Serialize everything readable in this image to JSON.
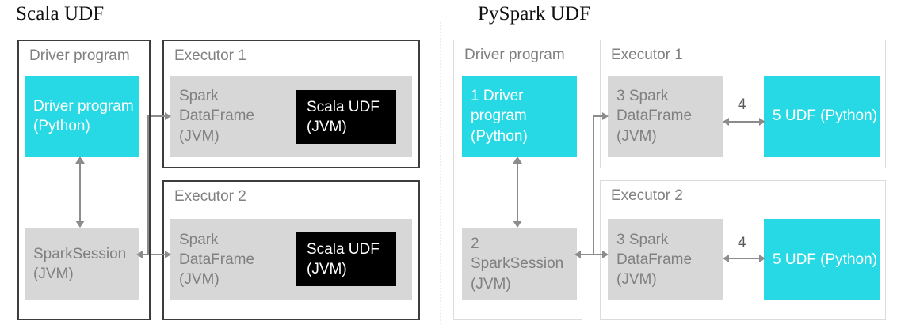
{
  "figure": {
    "type": "diagram",
    "subject": "Spark UDF execution architecture comparison",
    "colors": {
      "cyan": "#26d9e5",
      "grey_block": "#d7d7d7",
      "black_block": "#000000",
      "label_grey": "#808080",
      "border_dark": "#3d3d3d",
      "border_light": "#dcdcdc",
      "arrow_grey": "#8c8c8c"
    }
  },
  "left_panel": {
    "title": "Scala UDF",
    "driver": {
      "label": "Driver program",
      "program_block": "Driver program\n(Python)",
      "session_block": "SparkSession\n(JVM)"
    },
    "executors": [
      {
        "label": "Executor 1",
        "dataframe_block": "Spark\nDataFrame\n(JVM)",
        "udf_block": "Scala UDF\n(JVM)"
      },
      {
        "label": "Executor 2",
        "dataframe_block": "Spark\nDataFrame\n(JVM)",
        "udf_block": "Scala UDF\n(JVM)"
      }
    ]
  },
  "right_panel": {
    "title": "PySpark UDF",
    "driver": {
      "label": "Driver program",
      "program_block": "1 Driver\nprogram\n(Python)",
      "session_block": "2 SparkSession\n(JVM)"
    },
    "executors": [
      {
        "label": "Executor 1",
        "dataframe_block": "3 Spark\nDataFrame\n(JVM)",
        "step_label": "4",
        "udf_block": "5 UDF (Python)"
      },
      {
        "label": "Executor 2",
        "dataframe_block": "3 Spark\nDataFrame\n(JVM)",
        "step_label": "4",
        "udf_block": "5 UDF (Python)"
      }
    ]
  }
}
